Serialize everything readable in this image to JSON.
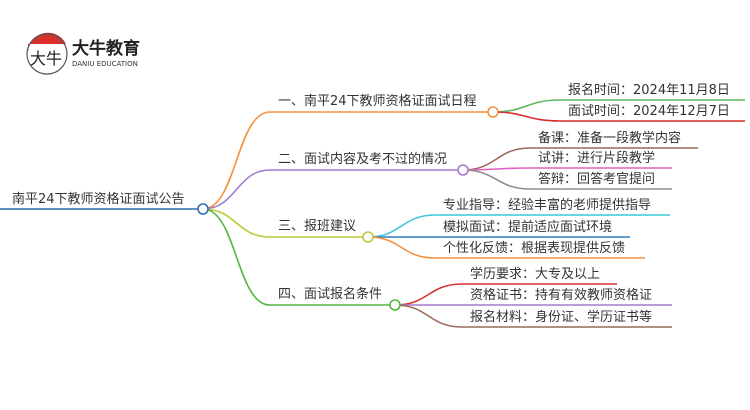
{
  "logo": {
    "name_cn": "大牛教育",
    "name_en": "DANIU EDUCATION",
    "mark": "大牛"
  },
  "root": {
    "label": "南平24下教师资格证面试公告",
    "color": "#2f6fb0"
  },
  "branches": [
    {
      "label": "一、南平24下教师资格证面试日程",
      "color": "#f5913e",
      "children": [
        {
          "label": "报名时间：2024年11月8日",
          "color": "#5cb85c"
        },
        {
          "label": "面试时间：2024年12月7日",
          "color": "#d9302c"
        }
      ]
    },
    {
      "label": "二、面试内容及考不过的情况",
      "color": "#a57ad1",
      "children": [
        {
          "label": "备课：准备一段教学内容",
          "color": "#9a6a5a"
        },
        {
          "label": "试讲：进行片段教学",
          "color": "#e55fc3"
        },
        {
          "label": "答辩：回答考官提问",
          "color": "#8f8f8f"
        }
      ]
    },
    {
      "label": "三、报班建议",
      "color": "#bcc93a",
      "children": [
        {
          "label": "专业指导：经验丰富的老师提供指导",
          "color": "#3cc6d8"
        },
        {
          "label": "模拟面试：提前适应面试环境",
          "color": "#2f7fc0"
        },
        {
          "label": "个性化反馈：根据表现提供反馈",
          "color": "#f5913e"
        }
      ]
    },
    {
      "label": "四、面试报名条件",
      "color": "#55b444",
      "children": [
        {
          "label": "学历要求：大专及以上",
          "color": "#d9302c"
        },
        {
          "label": "资格证书：持有有效教师资格证",
          "color": "#a57ad1"
        },
        {
          "label": "报名材料：身份证、学历证书等",
          "color": "#9a6a5a"
        }
      ]
    }
  ]
}
